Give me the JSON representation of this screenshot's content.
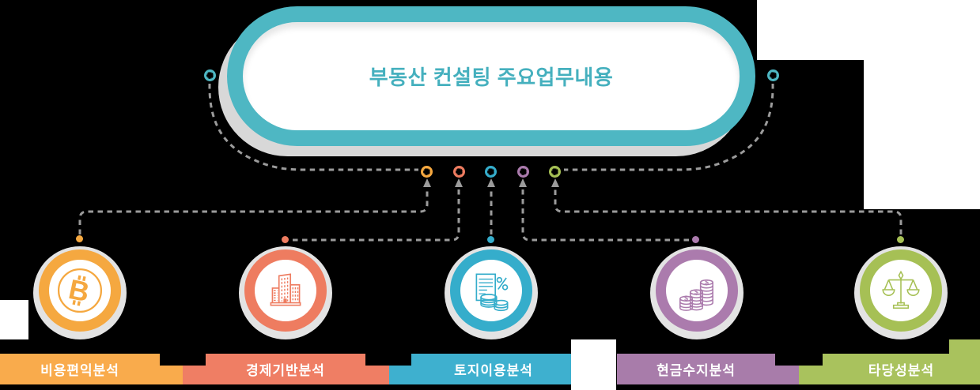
{
  "banner": {
    "title": "부동산 컨설팅 주요업무내용"
  },
  "items": [
    {
      "label": "비용편익분석",
      "icon": "bitcoin-coin-icon",
      "color": "#f5a840",
      "bar_color": "#f9ab4c"
    },
    {
      "label": "경제기반분석",
      "icon": "buildings-icon",
      "color": "#ee7c60",
      "bar_color": "#ef7e64"
    },
    {
      "label": "토지이용분석",
      "icon": "document-coins-percent-icon",
      "color": "#35adcb",
      "bar_color": "#3eb0cf"
    },
    {
      "label": "현금수지분석",
      "icon": "rising-coin-stacks-icon",
      "color": "#ab7bad",
      "bar_color": "#a87caa"
    },
    {
      "label": "타당성분석",
      "icon": "balance-scales-icon",
      "color": "#a6c055",
      "bar_color": "#a9c25d"
    }
  ],
  "colors": {
    "frame": "#4eb7c3",
    "title_text": "#45b0be",
    "box_shadow": "#d8d8d8",
    "dashed_line": "#9b9b9b",
    "icon_halo": "#e3e3e3",
    "label_text": "#ffffff",
    "background": "#000000",
    "white_patch": "#ffffff"
  }
}
